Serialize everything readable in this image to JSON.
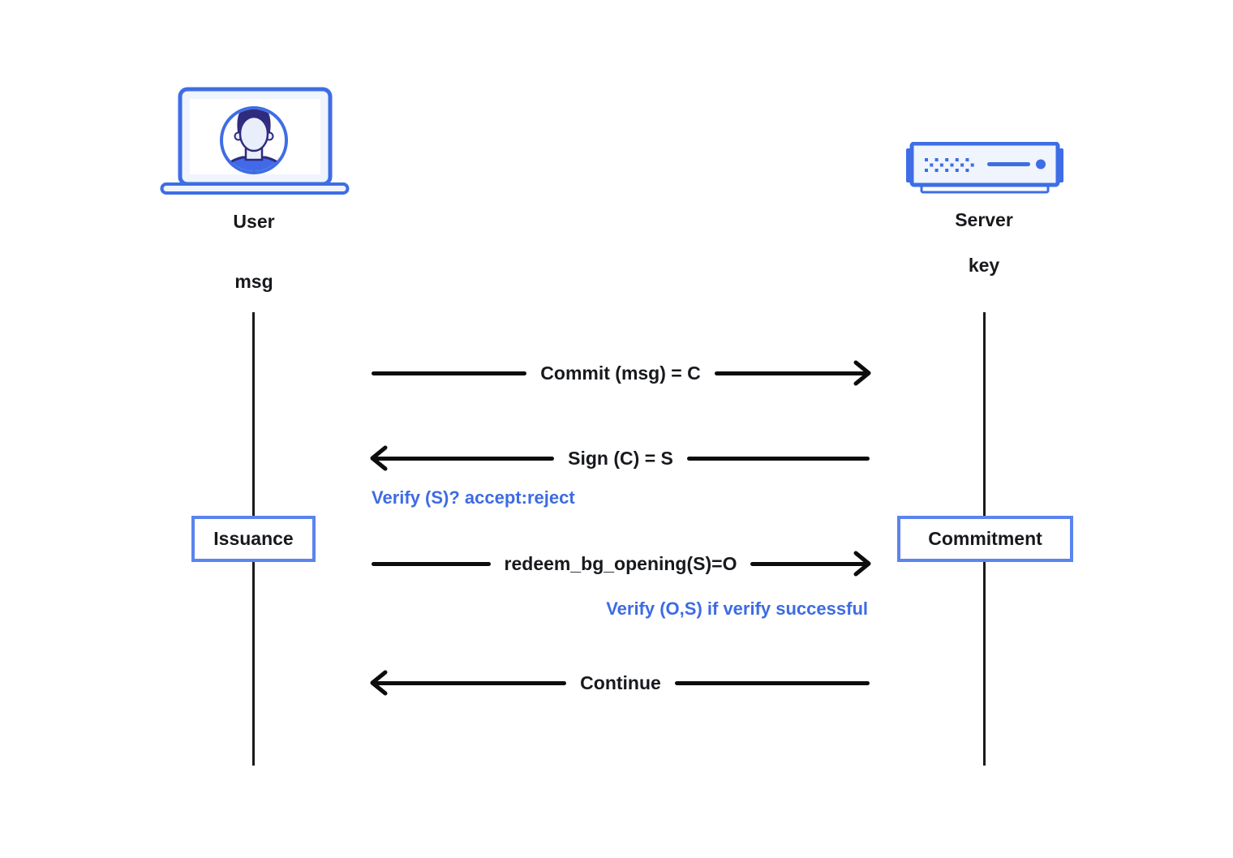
{
  "colors": {
    "primary_blue": "#3E6DE5",
    "box_border_blue": "#5B84EF",
    "icon_fill": "#EFF4FD",
    "navy": "#2F2B7E",
    "skin": "#E9EEFB",
    "shirt_blue": "#4169E8",
    "text_dark": "#17191C",
    "arrow_black": "#0D0D0E",
    "note_blue": "#3D6BE3"
  },
  "actors": [
    {
      "name": "User",
      "attribute": "msg",
      "icon": "laptop-user-icon"
    },
    {
      "name": "Server",
      "attribute": "key",
      "icon": "server-icon"
    }
  ],
  "messages": [
    {
      "label": "Commit (msg) = C",
      "direction": "right"
    },
    {
      "label": "Sign (C) = S",
      "direction": "left"
    },
    {
      "label": "redeem_bg_opening(S)=O",
      "direction": "right"
    },
    {
      "label": "Continue",
      "direction": "left"
    }
  ],
  "notes": [
    {
      "text": "Verify (S)? accept:reject",
      "align": "left"
    },
    {
      "text": "Verify (O,S) if verify successful",
      "align": "right"
    }
  ],
  "states": [
    {
      "label": "Issuance",
      "lifeline": "User"
    },
    {
      "label": "Commitment",
      "lifeline": "Server"
    }
  ]
}
